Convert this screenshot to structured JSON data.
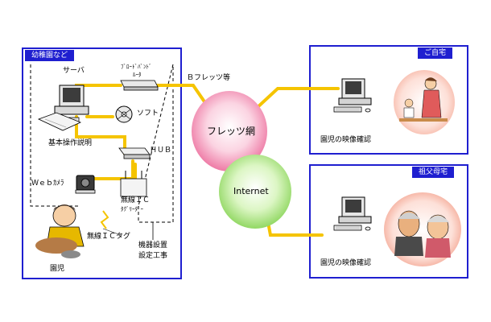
{
  "groups": {
    "kindergarten": {
      "title": "幼稚園など"
    },
    "home": {
      "title": "ご自宅"
    },
    "grandparents": {
      "title": "祖父母宅"
    }
  },
  "labels": {
    "server": "サーバ",
    "router_line1": "ﾌﾞﾛｰﾄﾞﾊﾞﾝﾄﾞ",
    "router_line2": "ﾙｰﾀ",
    "software": "ソフト",
    "manual": "基本操作説明",
    "hub": "ＨＵＢ",
    "webcam": "Ｗｅｂｶﾒﾗ",
    "reader_line1": "無線ＩＣ",
    "reader_line2": "ﾀｸﾞﾘｰﾀﾞｰ",
    "tag": "無線ＩＣタグ",
    "install_line1": "機器設置",
    "install_line2": "設定工事",
    "child": "園児",
    "bflets": "Ｂフレッツ等",
    "flets_net": "フレッツ網",
    "internet": "Internet",
    "home_video": "園児の映像確認",
    "grand_video": "園児の映像確認"
  },
  "colors": {
    "frame": "#1f1fd0",
    "cable": "#f5c400",
    "dashed": "#000000",
    "flets_bubble": "#f07fa8",
    "internet_bubble": "#9de06a"
  }
}
